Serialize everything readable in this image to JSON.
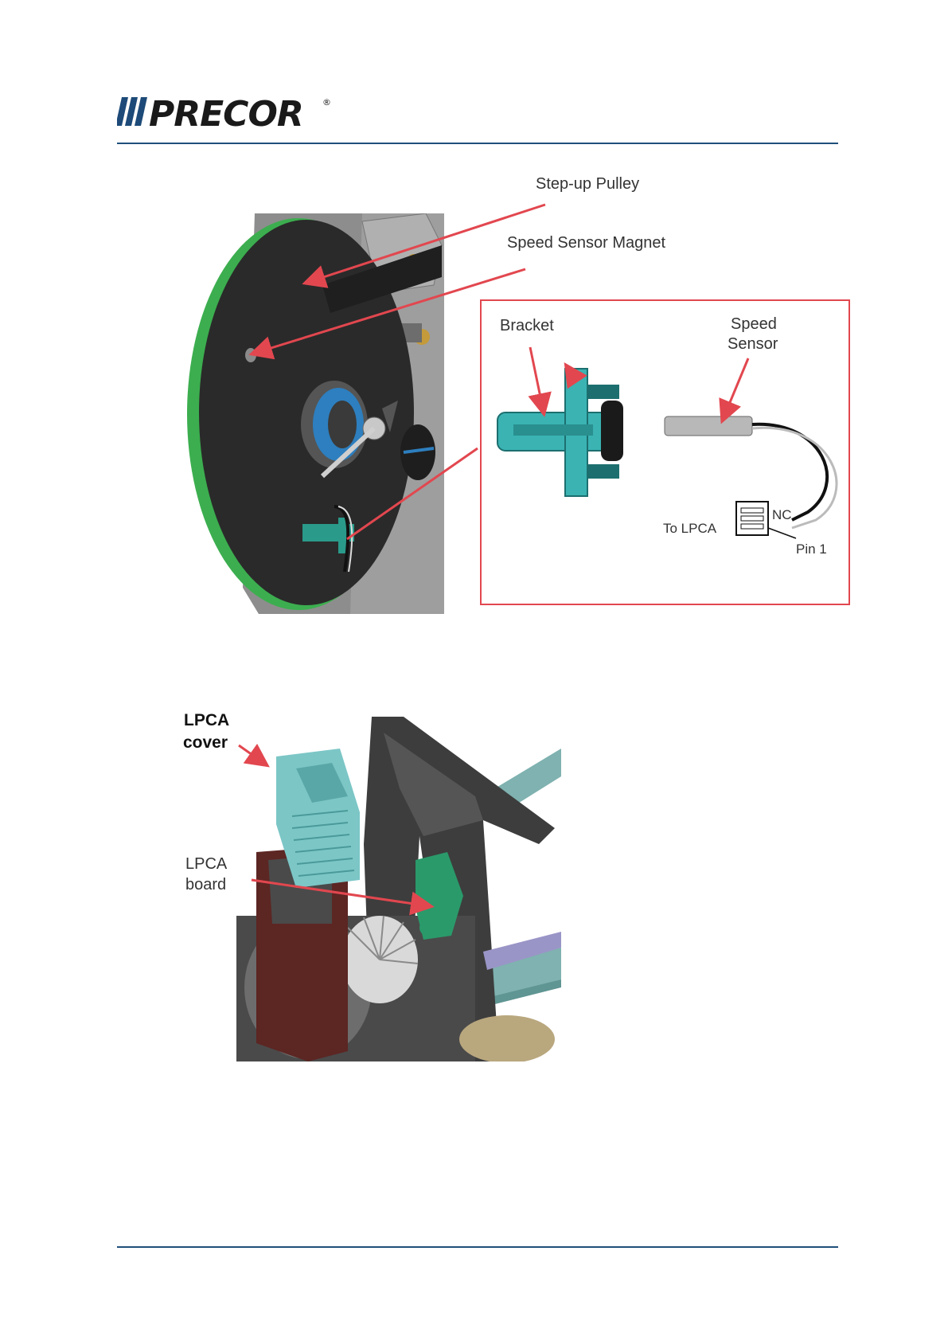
{
  "brand": {
    "logo_text": "PRECOR",
    "registered_mark": "®",
    "accent_color": "#1f4f7a"
  },
  "figure1": {
    "labels": {
      "step_up_pulley": "Step-up Pulley",
      "speed_sensor_magnet": "Speed Sensor Magnet",
      "bracket": "Bracket",
      "speed_sensor_line1": "Speed",
      "speed_sensor_line2": "Sensor",
      "to_lpca": "To LPCA",
      "nc": "NC",
      "pin1": "Pin 1"
    },
    "arrow_color": "#e2474f",
    "inset_border_color": "#e2474f"
  },
  "figure2": {
    "labels": {
      "lpca_cover_line1": "LPCA",
      "lpca_cover_line2": "cover",
      "lpca_board_line1": "LPCA",
      "lpca_board_line2": "board"
    }
  }
}
